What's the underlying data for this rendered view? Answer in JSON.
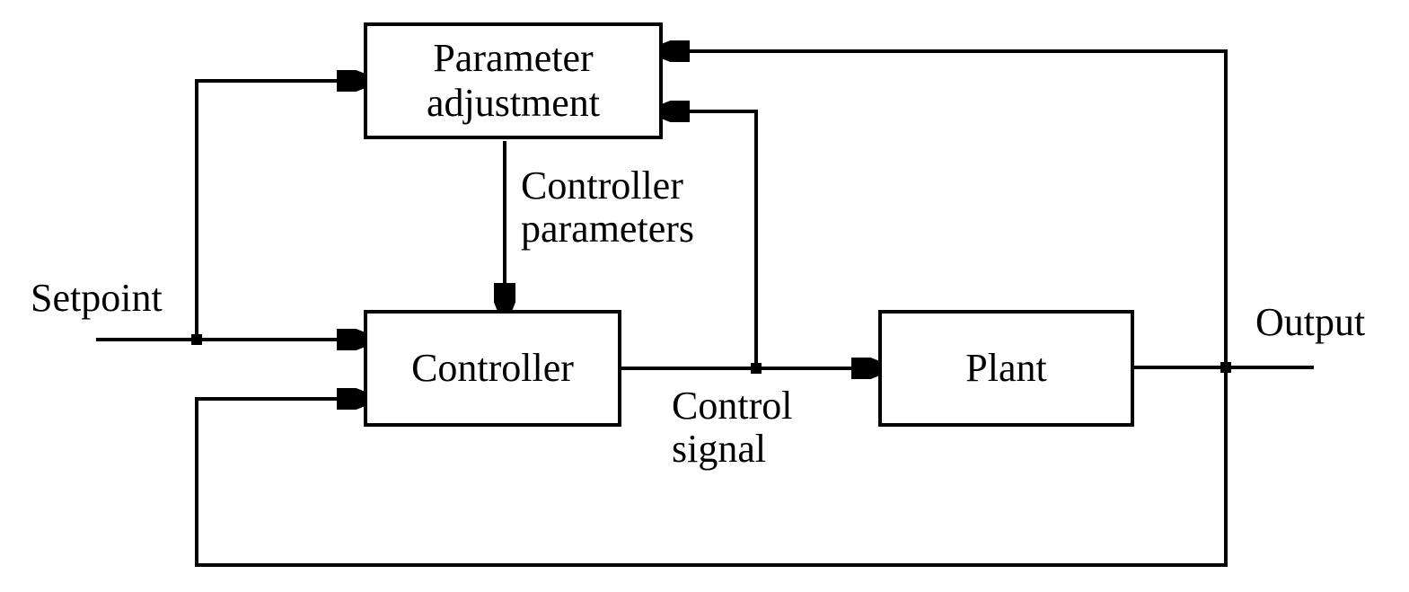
{
  "diagram": {
    "type": "block-diagram",
    "blocks": {
      "parameter_adjustment": {
        "line1": "Parameter",
        "line2": "adjustment"
      },
      "controller": {
        "label": "Controller"
      },
      "plant": {
        "label": "Plant"
      }
    },
    "signal_labels": {
      "setpoint": "Setpoint",
      "output": "Output",
      "controller_parameters": {
        "line1": "Controller",
        "line2": "parameters"
      },
      "control_signal": {
        "line1": "Control",
        "line2": "signal"
      }
    },
    "colors": {
      "line": "#000000",
      "background": "#ffffff",
      "text": "#000000"
    }
  }
}
